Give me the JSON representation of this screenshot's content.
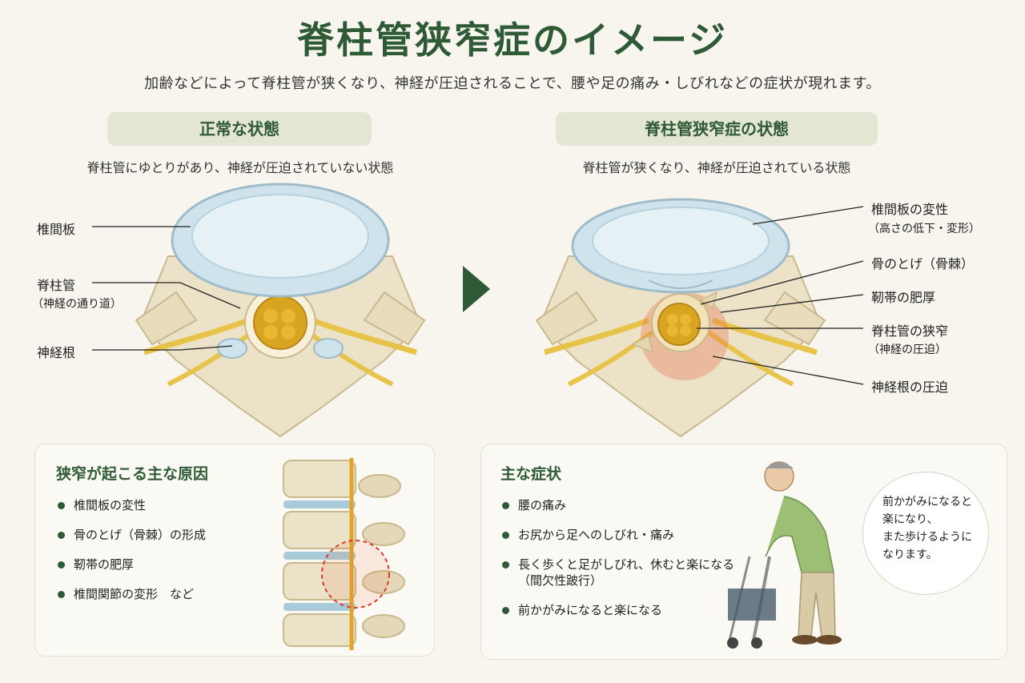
{
  "title": "脊柱管狭窄症のイメージ",
  "subtitle": "加齢などによって脊柱管が狭くなり、神経が圧迫されることで、腰や足の痛み・しびれなどの症状が現れます。",
  "normal": {
    "heading": "正常な状態",
    "caption": "脊柱管にゆとりがあり、神経が圧迫されていない状態",
    "labels": {
      "disc": "椎間板",
      "canal": "脊柱管",
      "canal_sub": "（神経の通り道）",
      "root": "神経根"
    }
  },
  "stenosis": {
    "heading": "脊柱管狭窄症の状態",
    "caption": "脊柱管が狭くなり、神経が圧迫されている状態",
    "labels": {
      "disc": "椎間板の変性",
      "disc_sub": "（高さの低下・変形）",
      "spur": "骨のとげ（骨棘）",
      "ligament": "靭帯の肥厚",
      "narrow": "脊柱管の狭窄",
      "narrow_sub": "（神経の圧迫）",
      "root": "神経根の圧迫"
    }
  },
  "causes": {
    "title": "狭窄が起こる主な原因",
    "items": [
      "椎間板の変性",
      "骨のとげ（骨棘）の形成",
      "靭帯の肥厚",
      "椎間関節の変形　など"
    ]
  },
  "symptoms": {
    "title": "主な症状",
    "items": [
      "腰の痛み",
      "お尻から足へのしびれ・痛み",
      "長く歩くと足がしびれ、休むと楽になる",
      "前かがみになると楽になる"
    ],
    "item3_sub": "（間欠性跛行）",
    "bubble": [
      "前かがみになると",
      "楽になり、",
      "また歩けるように",
      "なります。"
    ]
  },
  "colors": {
    "accent": "#2f5a36",
    "bone": "#ece2c8",
    "disc": "#cfe3ec",
    "nerve": "#e8c34a",
    "inflame": "#e8704a"
  }
}
